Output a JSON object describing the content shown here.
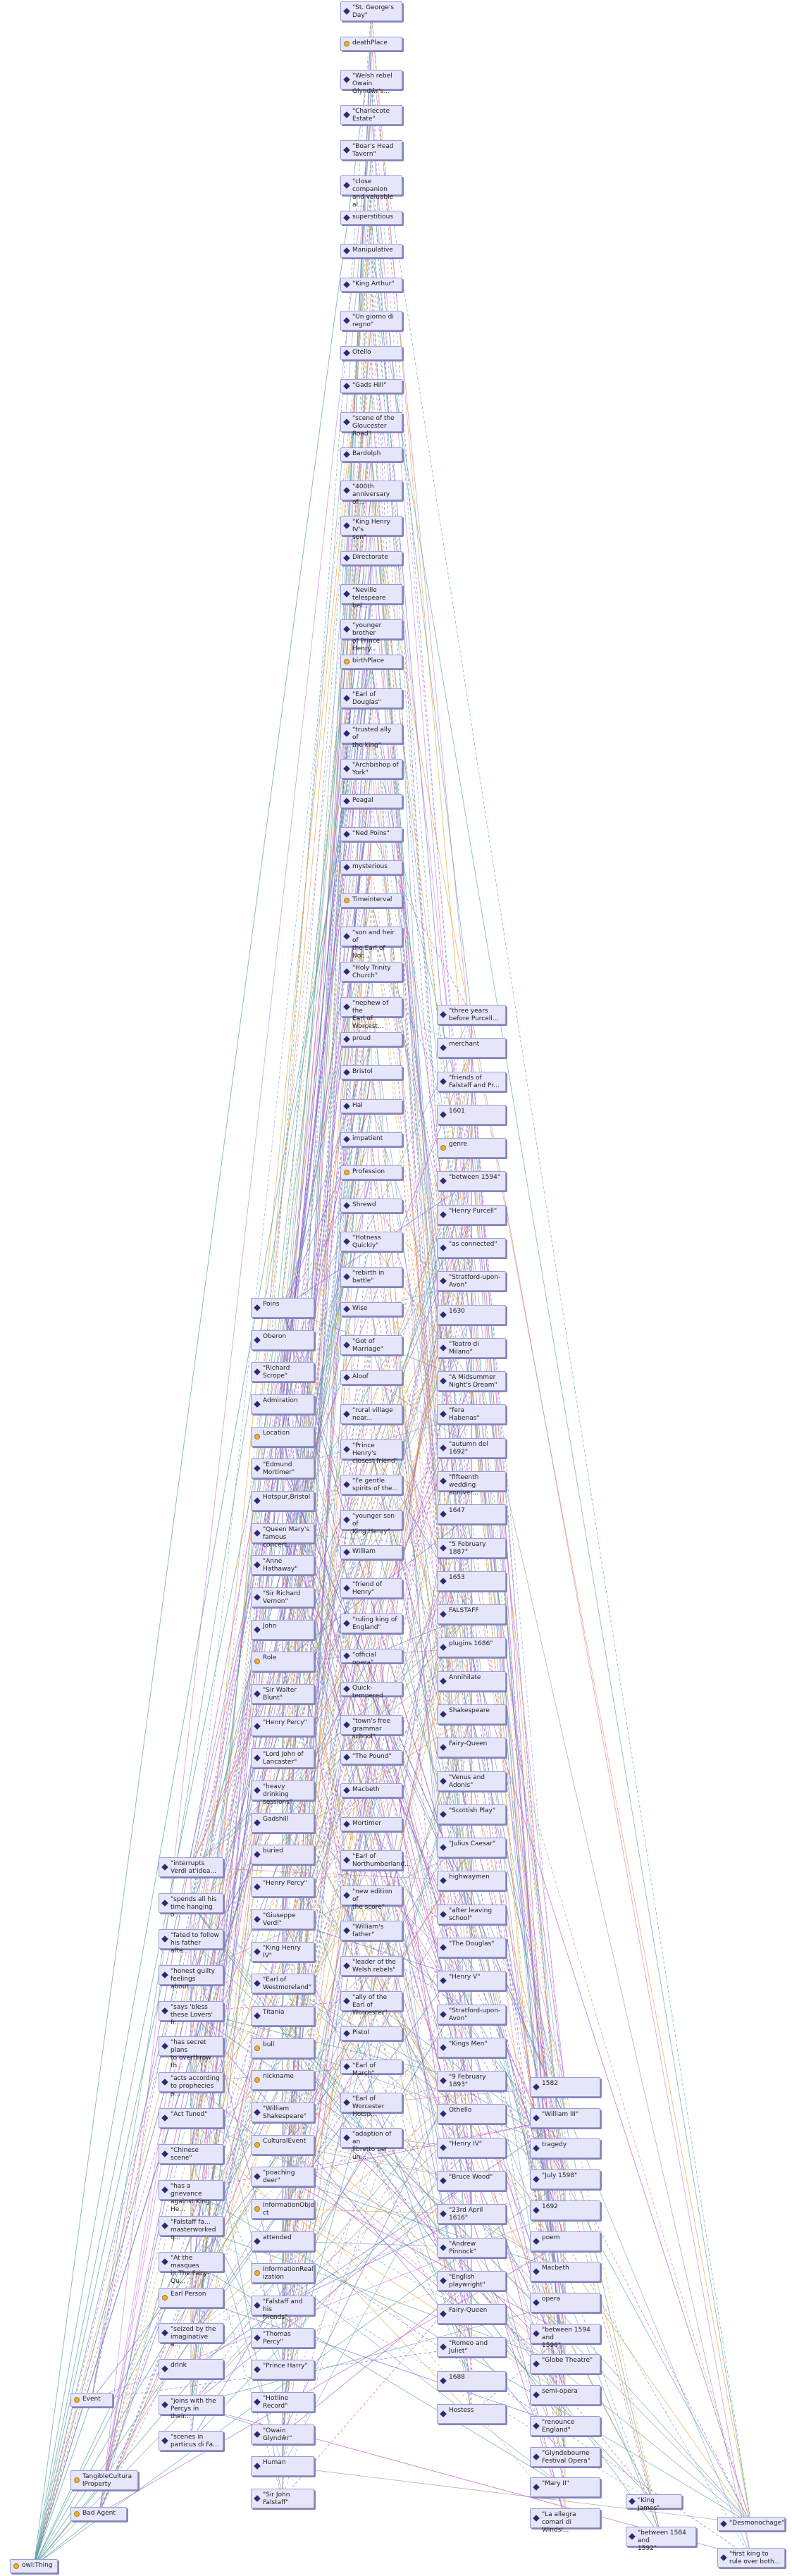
{
  "colors": {
    "node_fill": "#e6e6fb",
    "node_border": "#9a9ad0",
    "individual_icon": "#2d2a6e",
    "class_icon": "#e8b23a",
    "edge_colors": [
      "#b84fd0",
      "#c77dd8",
      "#7aa6c7",
      "#5aa0a0",
      "#e6a23c",
      "#9b9b9b",
      "#6b6bd0"
    ]
  },
  "nodes": [
    {
      "id": "n1",
      "label": "\"St. George's\nDay\"",
      "type": "individual"
    },
    {
      "id": "n2",
      "label": "deathPlace",
      "type": "class"
    },
    {
      "id": "n3",
      "label": "\"Welsh rebel\nOwain Glyndŵr's...",
      "type": "individual"
    },
    {
      "id": "n4",
      "label": "\"Charlecote\nEstate\"",
      "type": "individual"
    },
    {
      "id": "n5",
      "label": "\"Boar's Head\nTavern\"",
      "type": "individual"
    },
    {
      "id": "n6",
      "label": "\"close companion\nand valuable al...",
      "type": "individual"
    },
    {
      "id": "n7",
      "label": "superstitious",
      "type": "individual"
    },
    {
      "id": "n8",
      "label": "Manipulative",
      "type": "individual"
    },
    {
      "id": "n9",
      "label": "\"King Arthur\"",
      "type": "individual"
    },
    {
      "id": "n10",
      "label": "\"Un giorno di\nregno\"",
      "type": "individual"
    },
    {
      "id": "n11",
      "label": "Otello",
      "type": "individual"
    },
    {
      "id": "n12",
      "label": "\"Gads Hill\"",
      "type": "individual"
    },
    {
      "id": "n13",
      "label": "\"scene of the\nGloucester Road\"",
      "type": "individual"
    },
    {
      "id": "n14",
      "label": "Bardolph",
      "type": "individual"
    },
    {
      "id": "n15",
      "label": "\"400th\nanniversary of...",
      "type": "individual"
    },
    {
      "id": "n16",
      "label": "\"King Henry IV's\nson\"",
      "type": "individual"
    },
    {
      "id": "n17",
      "label": "Directorate",
      "type": "individual"
    },
    {
      "id": "n18",
      "label": "\"Neville\ntelespeare bel...",
      "type": "individual"
    },
    {
      "id": "n19",
      "label": "\"younger brother\nof Prince Henry...",
      "type": "individual"
    },
    {
      "id": "n20",
      "label": "birthPlace",
      "type": "class"
    },
    {
      "id": "n21",
      "label": "\"Earl of\nDouglas\"",
      "type": "individual"
    },
    {
      "id": "n22",
      "label": "\"trusted ally of\nthe king\"",
      "type": "individual"
    },
    {
      "id": "n23",
      "label": "\"Archbishop of\nYork\"",
      "type": "individual"
    },
    {
      "id": "n24",
      "label": "Peagal",
      "type": "individual"
    },
    {
      "id": "n25",
      "label": "\"Ned Poins\"",
      "type": "individual"
    },
    {
      "id": "n26",
      "label": "mysterious",
      "type": "individual"
    },
    {
      "id": "n27",
      "label": "Timeinterval",
      "type": "class"
    },
    {
      "id": "n28",
      "label": "\"son and heir of\nthe Earl of Nor...",
      "type": "individual"
    },
    {
      "id": "n29",
      "label": "\"Holy Trinity\nChurch\"",
      "type": "individual"
    },
    {
      "id": "n30",
      "label": "\"nephew of the\nEarl of Worcest...",
      "type": "individual"
    },
    {
      "id": "n31",
      "label": "proud",
      "type": "individual"
    },
    {
      "id": "n32",
      "label": "Bristol",
      "type": "individual"
    },
    {
      "id": "n33",
      "label": "Hal",
      "type": "individual"
    },
    {
      "id": "n34",
      "label": "impatient",
      "type": "individual"
    },
    {
      "id": "n35",
      "label": "Profession",
      "type": "class"
    },
    {
      "id": "n36",
      "label": "Shrewd",
      "type": "individual"
    },
    {
      "id": "n37",
      "label": "\"Hotness\nQuickly\"",
      "type": "individual"
    },
    {
      "id": "n38",
      "label": "\"rebirth in\nbattle\"",
      "type": "individual"
    },
    {
      "id": "n39",
      "label": "Wise",
      "type": "individual"
    },
    {
      "id": "n40",
      "label": "\"Got of\nMarriage\"",
      "type": "individual"
    },
    {
      "id": "n41",
      "label": "Aloof",
      "type": "individual"
    },
    {
      "id": "n42",
      "label": "\"rural village\nnear...",
      "type": "individual"
    },
    {
      "id": "n43",
      "label": "\"Prince Henry's\nclosest friend\"",
      "type": "individual"
    },
    {
      "id": "n44",
      "label": "\"l'e gentle\nspirits of the...",
      "type": "individual"
    },
    {
      "id": "n45",
      "label": "\"younger son of\nKing Henry\"",
      "type": "individual"
    },
    {
      "id": "n46",
      "label": "William",
      "type": "individual"
    },
    {
      "id": "n47",
      "label": "\"friend of\nHenry\"",
      "type": "individual"
    },
    {
      "id": "n48",
      "label": "\"ruling king of\nEngland\"",
      "type": "individual"
    },
    {
      "id": "n49",
      "label": "\"official opera\"",
      "type": "individual"
    },
    {
      "id": "n50",
      "label": "Quick-tempered",
      "type": "individual"
    },
    {
      "id": "n51",
      "label": "\"town's free\ngrammar school\"",
      "type": "individual"
    },
    {
      "id": "n52",
      "label": "\"The Pound\"",
      "type": "individual"
    },
    {
      "id": "n53",
      "label": "Macbeth",
      "type": "individual"
    },
    {
      "id": "n54",
      "label": "Mortimer",
      "type": "individual"
    },
    {
      "id": "n55",
      "label": "\"Earl of\nNorthumberland...",
      "type": "individual"
    },
    {
      "id": "n56",
      "label": "\"new edition of\nthe score\"",
      "type": "individual"
    },
    {
      "id": "n57",
      "label": "\"William's\nfather\"",
      "type": "individual"
    },
    {
      "id": "n58",
      "label": "\"leader of the\nWelsh rebels\"",
      "type": "individual"
    },
    {
      "id": "n59",
      "label": "\"ally of the\nEarl of Worcester\"",
      "type": "individual"
    },
    {
      "id": "n60",
      "label": "Pistol",
      "type": "individual"
    },
    {
      "id": "n61",
      "label": "\"Earl of March\"",
      "type": "individual"
    },
    {
      "id": "n62",
      "label": "\"Earl of\nWorcester Hotsp...",
      "type": "individual"
    },
    {
      "id": "n63",
      "label": "\"adaption of an\nlibretto per un...",
      "type": "individual"
    },
    {
      "id": "p1",
      "label": "Poins",
      "type": "individual"
    },
    {
      "id": "p2",
      "label": "Oberon",
      "type": "individual"
    },
    {
      "id": "p3",
      "label": "\"Richard\nScrope\"",
      "type": "individual"
    },
    {
      "id": "p4",
      "label": "Admiration",
      "type": "individual"
    },
    {
      "id": "p5",
      "label": "Location",
      "type": "class"
    },
    {
      "id": "p6",
      "label": "\"Edmund\nMortimer\"",
      "type": "individual"
    },
    {
      "id": "p7",
      "label": "Hotspur,Bristol",
      "type": "individual"
    },
    {
      "id": "p8",
      "label": "\"Queen Mary's\nfamous concert...",
      "type": "individual"
    },
    {
      "id": "p9",
      "label": "\"Anne Hathaway\"",
      "type": "individual"
    },
    {
      "id": "p10",
      "label": "\"Sir Richard\nVernon\"",
      "type": "individual"
    },
    {
      "id": "p11",
      "label": "John",
      "type": "individual"
    },
    {
      "id": "p12",
      "label": "Role",
      "type": "class"
    },
    {
      "id": "p13",
      "label": "\"Sir Walter\nBlunt\"",
      "type": "individual"
    },
    {
      "id": "p14",
      "label": "\"Henry Percy\"",
      "type": "individual"
    },
    {
      "id": "p15",
      "label": "\"Lord John of\nLancaster\"",
      "type": "individual"
    },
    {
      "id": "p16",
      "label": "\"heavy drinking\nsessions\"",
      "type": "individual"
    },
    {
      "id": "p17",
      "label": "Gadshill",
      "type": "individual"
    },
    {
      "id": "p18",
      "label": "buried",
      "type": "individual"
    },
    {
      "id": "p19",
      "label": "\"Henry Percy\"",
      "type": "individual"
    },
    {
      "id": "p20",
      "label": "\"Giuseppe\nVerdi\"",
      "type": "individual"
    },
    {
      "id": "p21",
      "label": "\"King Henry IV\"",
      "type": "individual"
    },
    {
      "id": "p22",
      "label": "\"Earl of\nWestmoreland\"",
      "type": "individual"
    },
    {
      "id": "p23",
      "label": "Titania",
      "type": "individual"
    },
    {
      "id": "p24",
      "label": "bull",
      "type": "class"
    },
    {
      "id": "p25",
      "label": "nickname",
      "type": "class"
    },
    {
      "id": "p26",
      "label": "\"William\nShakespeare\"",
      "type": "individual"
    },
    {
      "id": "p27",
      "label": "CulturalEvent",
      "type": "class"
    },
    {
      "id": "p28",
      "label": "\"poaching deer\"",
      "type": "individual"
    },
    {
      "id": "p29",
      "label": "InformationObje\nct",
      "type": "class"
    },
    {
      "id": "p30",
      "label": "attended",
      "type": "individual"
    },
    {
      "id": "p31",
      "label": "InformationReal\nization",
      "type": "class"
    },
    {
      "id": "p32",
      "label": "\"Falstaff and his\nfriends\"",
      "type": "individual"
    },
    {
      "id": "p33",
      "label": "\"Thomas Percy\"",
      "type": "individual"
    },
    {
      "id": "p34",
      "label": "\"Prince Harry\"",
      "type": "individual"
    },
    {
      "id": "p35",
      "label": "\"Hotline\nRecord\"",
      "type": "individual"
    },
    {
      "id": "p36",
      "label": "\"Owain Glyndŵr\"",
      "type": "individual"
    },
    {
      "id": "p37",
      "label": "Human",
      "type": "individual"
    },
    {
      "id": "p38",
      "label": "\"Sir John\nFalstaff\"",
      "type": "individual"
    },
    {
      "id": "l1",
      "label": "\"interrupts\nVerdi at'idea...",
      "type": "individual"
    },
    {
      "id": "l2",
      "label": "\"spends all his\ntime hanging o...",
      "type": "individual"
    },
    {
      "id": "l3",
      "label": "\"fated to follow\nhis father afte...",
      "type": "individual"
    },
    {
      "id": "l4",
      "label": "\"honest guilty\nfeelings about...",
      "type": "individual"
    },
    {
      "id": "l5",
      "label": "\"says 'bless\nthese Lovers' fr...",
      "type": "individual"
    },
    {
      "id": "l6",
      "label": "\"has secret plans\nto overthrow th...",
      "type": "individual"
    },
    {
      "id": "l7",
      "label": "\"acts according\nto prophecies a...",
      "type": "individual"
    },
    {
      "id": "l8",
      "label": "\"Act Tuned\"",
      "type": "individual"
    },
    {
      "id": "l9",
      "label": "\"Chinese scene\"",
      "type": "individual"
    },
    {
      "id": "l10",
      "label": "\"has a grievance\nagainst King He...",
      "type": "individual"
    },
    {
      "id": "l11",
      "label": "\"Falstaff fa...\nmasterworked q...",
      "type": "individual"
    },
    {
      "id": "l12",
      "label": "\"At the masques\nin The Fairy-Qu...",
      "type": "individual"
    },
    {
      "id": "l13",
      "label": "Earl Person",
      "type": "class"
    },
    {
      "id": "l14",
      "label": "\"seized by the\nimaginative a...",
      "type": "individual"
    },
    {
      "id": "l15",
      "label": "drink",
      "type": "individual"
    },
    {
      "id": "l16",
      "label": "\"joins with the\nPercys in their...",
      "type": "individual"
    },
    {
      "id": "l17",
      "label": "\"scenes in\nparticus di Fa...",
      "type": "individual"
    },
    {
      "id": "l18",
      "label": "Event",
      "type": "class"
    },
    {
      "id": "l19",
      "label": "TangibleCultura\nlProperty",
      "type": "class"
    },
    {
      "id": "l20",
      "label": "Bad Agent",
      "type": "class"
    },
    {
      "id": "l21",
      "label": "owl:Thing",
      "type": "class"
    },
    {
      "id": "r1",
      "label": "\"three years\nbefore Purcell...",
      "type": "individual"
    },
    {
      "id": "r2",
      "label": "merchant",
      "type": "individual"
    },
    {
      "id": "r3",
      "label": "\"friends of\nFalstaff and Pr...",
      "type": "individual"
    },
    {
      "id": "r4",
      "label": "1601",
      "type": "individual"
    },
    {
      "id": "r5",
      "label": "genre",
      "type": "class"
    },
    {
      "id": "r6",
      "label": "\"between 1594\"",
      "type": "individual"
    },
    {
      "id": "r7",
      "label": "\"Henry Purcell\"",
      "type": "individual"
    },
    {
      "id": "r8",
      "label": "\"as connected\"",
      "type": "individual"
    },
    {
      "id": "r9",
      "label": "\"Stratford-upon-\nAvon\"",
      "type": "individual"
    },
    {
      "id": "r10",
      "label": "1630",
      "type": "individual"
    },
    {
      "id": "r11",
      "label": "\"Teatro di\nMilano\"",
      "type": "individual"
    },
    {
      "id": "r12",
      "label": "\"A Midsummer\nNight's Dream\"",
      "type": "individual"
    },
    {
      "id": "r13",
      "label": "\"fera\nHabenas\"",
      "type": "individual"
    },
    {
      "id": "r14",
      "label": "\"autumn del\n1692\"",
      "type": "individual"
    },
    {
      "id": "r15",
      "label": "\"fifteenth\nwedding anniver...",
      "type": "individual"
    },
    {
      "id": "r16",
      "label": "1647",
      "type": "individual"
    },
    {
      "id": "r17",
      "label": "\"5 February\n1887\"",
      "type": "individual"
    },
    {
      "id": "r18",
      "label": "1653",
      "type": "individual"
    },
    {
      "id": "r19",
      "label": "FALSTAFF",
      "type": "individual"
    },
    {
      "id": "r20",
      "label": "plugins 1686\"",
      "type": "individual"
    },
    {
      "id": "r21",
      "label": "Annihilate",
      "type": "individual"
    },
    {
      "id": "r22",
      "label": "Shakespeare",
      "type": "individual"
    },
    {
      "id": "r23",
      "label": "Fairy-Queen",
      "type": "individual"
    },
    {
      "id": "r24",
      "label": "\"Venus and\nAdonis\"",
      "type": "individual"
    },
    {
      "id": "r25",
      "label": "\"Scottish Play\"",
      "type": "individual"
    },
    {
      "id": "r26",
      "label": "\"Julius Caesar\"",
      "type": "individual"
    },
    {
      "id": "r27",
      "label": "highwaymen",
      "type": "individual"
    },
    {
      "id": "r28",
      "label": "\"after leaving\nschool\"",
      "type": "individual"
    },
    {
      "id": "r29",
      "label": "\"The Douglas\"",
      "type": "individual"
    },
    {
      "id": "r30",
      "label": "\"Henry V\"",
      "type": "individual"
    },
    {
      "id": "r31",
      "label": "\"Stratford-upon-\nAvon\"",
      "type": "individual"
    },
    {
      "id": "r32",
      "label": "\"Kings Men\"",
      "type": "individual"
    },
    {
      "id": "r33",
      "label": "\"9 February\n1893\"",
      "type": "individual"
    },
    {
      "id": "r34",
      "label": "Othello",
      "type": "individual"
    },
    {
      "id": "r35",
      "label": "\"Henry IV\"",
      "type": "individual"
    },
    {
      "id": "r36",
      "label": "\"Bruce Wood\"",
      "type": "individual"
    },
    {
      "id": "r37",
      "label": "\"23rd April\n1616\"",
      "type": "individual"
    },
    {
      "id": "r38",
      "label": "\"Andrew\nPinnock\"",
      "type": "individual"
    },
    {
      "id": "r39",
      "label": "\"English\nplaywright\"",
      "type": "individual"
    },
    {
      "id": "r40",
      "label": "Fairy-Queen",
      "type": "individual"
    },
    {
      "id": "r41",
      "label": "\"Romeo and\nJuliet\"",
      "type": "individual"
    },
    {
      "id": "r42",
      "label": "1688",
      "type": "individual"
    },
    {
      "id": "r43",
      "label": "Hostess",
      "type": "individual"
    },
    {
      "id": "f1",
      "label": "1582",
      "type": "individual"
    },
    {
      "id": "f2",
      "label": "\"William III\"",
      "type": "individual"
    },
    {
      "id": "f3",
      "label": "tragedy",
      "type": "individual"
    },
    {
      "id": "f4",
      "label": "\"July 1598\"",
      "type": "individual"
    },
    {
      "id": "f5",
      "label": "1692",
      "type": "individual"
    },
    {
      "id": "f6",
      "label": "poem",
      "type": "individual"
    },
    {
      "id": "f7",
      "label": "Macbeth",
      "type": "individual"
    },
    {
      "id": "f8",
      "label": "opera",
      "type": "individual"
    },
    {
      "id": "f9",
      "label": "\"between 1594 and\n1596\"",
      "type": "individual"
    },
    {
      "id": "f10",
      "label": "\"Globe Theatre\"",
      "type": "individual"
    },
    {
      "id": "f11",
      "label": "semi-opera",
      "type": "individual"
    },
    {
      "id": "f12",
      "label": "\"renounce\nEngland\"",
      "type": "individual"
    },
    {
      "id": "f13",
      "label": "\"Glyndebourne\nFestival Opera\"",
      "type": "individual"
    },
    {
      "id": "f14",
      "label": "\"Mary II\"",
      "type": "individual"
    },
    {
      "id": "f15",
      "label": "\"La allegra\ncomari di Windsi...",
      "type": "individual"
    },
    {
      "id": "f16",
      "label": "\"King James\"",
      "type": "individual"
    },
    {
      "id": "f17",
      "label": "\"between 1584 and\n1592\"",
      "type": "individual"
    },
    {
      "id": "f18",
      "label": "\"Desmonochage\"",
      "type": "individual"
    },
    {
      "id": "f19",
      "label": "\"first king to\nrule over both...",
      "type": "individual"
    }
  ]
}
